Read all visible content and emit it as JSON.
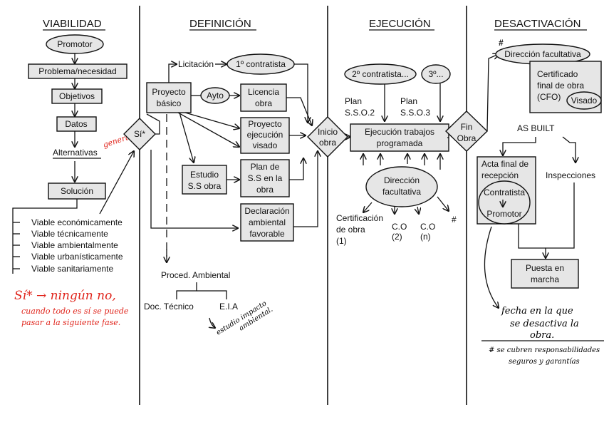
{
  "columns": {
    "viabilidad": "VIABILIDAD",
    "definicion": "DEFINICIÓN",
    "ejecucion": "EJECUCIÓN",
    "desactivacion": "DESACTIVACIÓN"
  },
  "viabilidad": {
    "promotor": "Promotor",
    "problema": "Problema/necesidad",
    "objetivos": "Objetivos",
    "datos": "Datos",
    "alternativas": "Alternativas",
    "generar_note": "generar",
    "solucion": "Solución",
    "viable_list": [
      "Viable económicamente",
      "Viable técnicamente",
      "Viable ambientalmente",
      "Viable urbanísticamente",
      "Viable sanitariamente"
    ],
    "decision": "Sí*",
    "note_line1": "Sí* → ningún no,",
    "note_line2": "cuando todo es sí se puede",
    "note_line3": "pasar a la siguiente fase."
  },
  "definicion": {
    "licitacion": "Licitación",
    "primer_contratista": "1º contratista",
    "proyecto_basico_1": "Proyecto",
    "proyecto_basico_2": "básico",
    "ayto": "Ayto",
    "licencia_1": "Licencia",
    "licencia_2": "obra",
    "proyecto_ejec_1": "Proyecto",
    "proyecto_ejec_2": "ejecución",
    "proyecto_ejec_3": "visado",
    "estudio_1": "Estudio",
    "estudio_2": "S.S obra",
    "plan_1": "Plan de",
    "plan_2": "S.S en la",
    "plan_3": "obra",
    "declaracion_1": "Declaración",
    "declaracion_2": "ambiental",
    "declaracion_3": "favorable",
    "proced_ambiental": "Proced. Ambiental",
    "doc_tecnico": "Doc. Técnico",
    "eia": "E.I.A",
    "eia_note_1": "estudio impacto",
    "eia_note_2": "ambiental."
  },
  "ejecucion": {
    "inicio_1": "Inicio",
    "inicio_2": "obra",
    "segundo_contratista": "2º contratista...",
    "tercero": "3º...",
    "plan_sso2_1": "Plan",
    "plan_sso2_2": "S.S.O.2",
    "plan_sso3_1": "Plan",
    "plan_sso3_2": "S.S.O.3",
    "ejec_trabajos_1": "Ejecución trabajos",
    "ejec_trabajos_2": "programada",
    "direccion_1": "Dirección",
    "direccion_2": "facultativa",
    "certificacion_1": "Certificación",
    "certificacion_2": "de obra",
    "certificacion_3": "(1)",
    "co2_1": "C.O",
    "co2_2": "(2)",
    "con_1": "C.O",
    "con_2": "(n)",
    "hash": "#"
  },
  "desactivacion": {
    "fin_1": "Fin",
    "fin_2": "Obra",
    "hash": "#",
    "direccion": "Dirección facultativa",
    "cfo_1": "Certificado",
    "cfo_2": "final de obra",
    "cfo_3": "(CFO)",
    "visado": "Visado",
    "as_built": "AS BUILT",
    "acta_1": "Acta final de",
    "acta_2": "recepción",
    "contratista": "Contratista",
    "promotor": "Promotor",
    "inspecciones": "Inspecciones",
    "puesta_1": "Puesta en",
    "puesta_2": "marcha",
    "note_1": "fecha en la que",
    "note_2": "se desactiva la",
    "note_3": "obra.",
    "note_4": "# se cubren responsabilidades",
    "note_5": "seguros y garantías"
  }
}
